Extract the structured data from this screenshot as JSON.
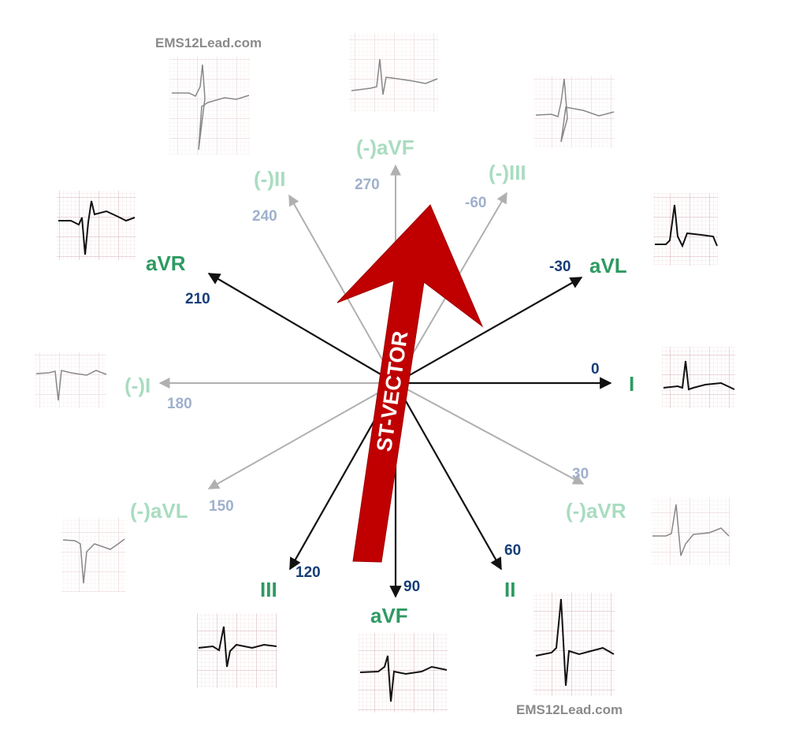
{
  "watermark_top": "EMS12Lead.com",
  "watermark_bottom": "EMS12Lead.com",
  "vector_label": "ST-VECTOR",
  "colors": {
    "positive_lead": "#2e9a62",
    "negative_lead": "#a9dcc0",
    "positive_angle": "#163e78",
    "negative_angle": "#9fb0cc",
    "positive_axis": "#111111",
    "negative_axis": "#b0b0b0",
    "vector": "#c00000"
  },
  "leads": [
    {
      "id": "I",
      "label": "I",
      "angle": "0",
      "positive": true
    },
    {
      "id": "aVL",
      "label": "aVL",
      "angle": "-30",
      "positive": true
    },
    {
      "id": "neg-III",
      "label": "(-)III",
      "angle": "-60",
      "positive": false
    },
    {
      "id": "neg-aVF",
      "label": "(-)aVF",
      "angle": "270",
      "positive": false
    },
    {
      "id": "neg-II",
      "label": "(-)II",
      "angle": "240",
      "positive": false
    },
    {
      "id": "aVR",
      "label": "aVR",
      "angle": "210",
      "positive": true
    },
    {
      "id": "neg-I",
      "label": "(-)I",
      "angle": "180",
      "positive": false
    },
    {
      "id": "neg-aVL",
      "label": "(-)aVL",
      "angle": "150",
      "positive": false
    },
    {
      "id": "III",
      "label": "III",
      "angle": "120",
      "positive": true
    },
    {
      "id": "aVF",
      "label": "aVF",
      "angle": "90",
      "positive": true
    },
    {
      "id": "II",
      "label": "II",
      "angle": "60",
      "positive": true
    },
    {
      "id": "neg-aVR",
      "label": "(-)aVR",
      "angle": "30",
      "positive": false
    }
  ]
}
